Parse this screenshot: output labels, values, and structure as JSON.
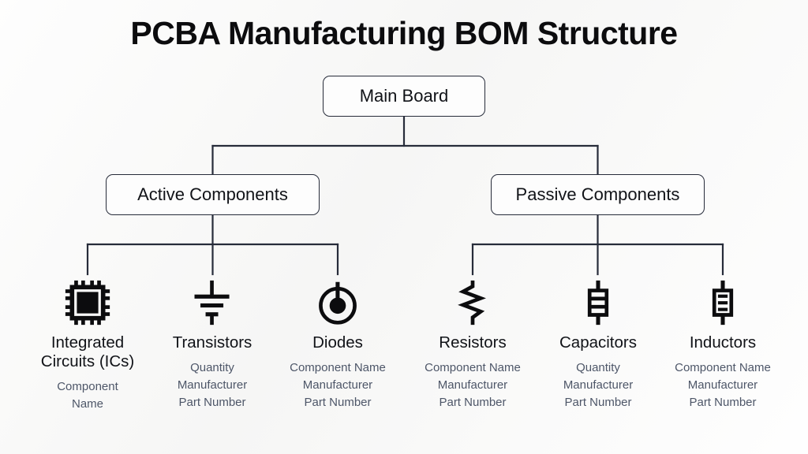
{
  "title": "PCBA Manufacturing BOM Structure",
  "colors": {
    "background": "#f6f6f5",
    "line": "#272c3a",
    "box_border": "#272c3a",
    "box_fill": "#fdfdfd",
    "title_text": "#0c0c0e",
    "label_text": "#111318",
    "attr_text": "#4d5668"
  },
  "tree": {
    "root": {
      "label": "Main Board"
    },
    "branches": [
      {
        "label": "Active Components"
      },
      {
        "label": "Passive Components"
      }
    ],
    "leaves": [
      {
        "icon": "integrated-circuit-chip-icon",
        "label": "Integrated\nCircuits (ICs)",
        "attributes": [
          "Component",
          "Name"
        ]
      },
      {
        "icon": "transistor-ground-symbol-icon",
        "label": "Transistors",
        "attributes": [
          "Quantity",
          "Manufacturer",
          "Part Number"
        ]
      },
      {
        "icon": "diode-circle-symbol-icon",
        "label": "Diodes",
        "attributes": [
          "Component Name",
          "Manufacturer",
          "Part Number"
        ]
      },
      {
        "icon": "resistor-zigzag-symbol-icon",
        "label": "Resistors",
        "attributes": [
          "Component Name",
          "Manufacturer",
          "Part Number"
        ]
      },
      {
        "icon": "capacitor-symbol-icon",
        "label": "Capacitors",
        "attributes": [
          "Quantity",
          "Manufacturer",
          "Part Number"
        ]
      },
      {
        "icon": "inductor-symbol-icon",
        "label": "Inductors",
        "attributes": [
          "Component Name",
          "Manufacturer",
          "Part Number"
        ]
      }
    ]
  }
}
